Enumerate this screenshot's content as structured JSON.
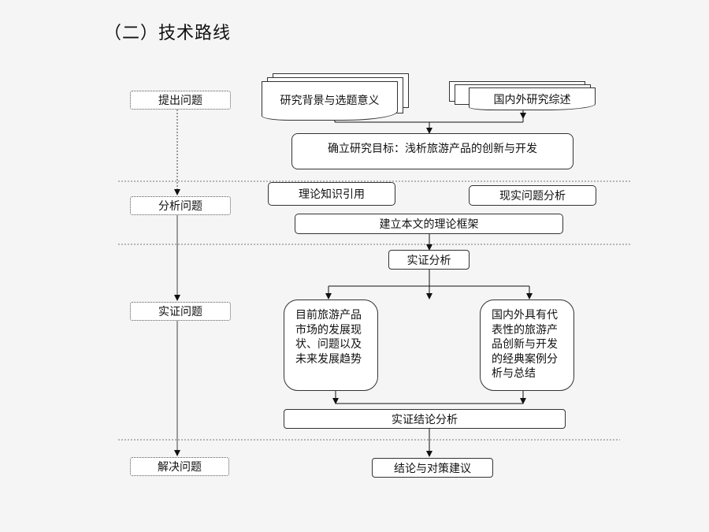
{
  "title": "（二）技术路线",
  "stages": {
    "raise": "提出问题",
    "analyze": "分析问题",
    "empirical": "实证问题",
    "solve": "解决问题"
  },
  "nodes": {
    "background": "研究背景与选题意义",
    "literature": "国内外研究综述",
    "goal": "确立研究目标：浅析旅游产品的创新与开发",
    "theory_ref": "理论知识引用",
    "reality": "现实问题分析",
    "framework": "建立本文的理论框架",
    "empirical_analysis": "实证分析",
    "market_status": "目前旅游产品市场的发展现状、问题以及未来发展趋势",
    "cases": "国内外具有代表性的旅游产品创新与开发的经典案例分析与总结",
    "conclusion_analysis": "实证结论分析",
    "suggestions": "结论与对策建议"
  }
}
